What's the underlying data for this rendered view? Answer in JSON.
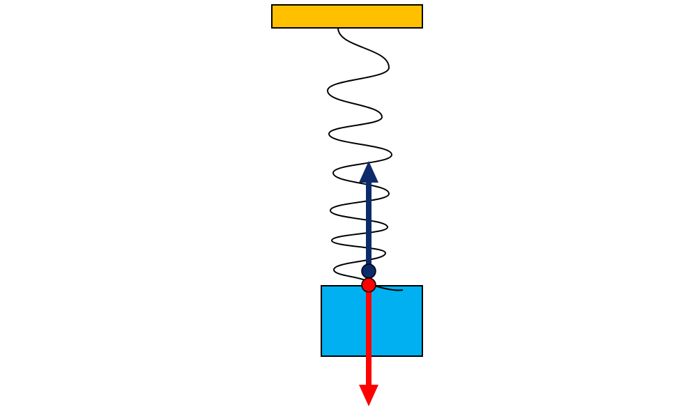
{
  "diagram": {
    "colors": {
      "background": "#ffffff",
      "ceiling_fill": "#FFC000",
      "block_fill": "#00B0F0",
      "outline": "#000000",
      "spring": "#000000",
      "upward_force": "#0D2A6B",
      "downward_force": "#FF0000"
    },
    "elements": [
      "ceiling-support",
      "spring-coil",
      "mass-block",
      "upward-spring-force-arrow",
      "downward-weight-force-arrow"
    ],
    "forces": {
      "upward": {
        "direction": "up",
        "color_key": "upward_force"
      },
      "downward": {
        "direction": "down",
        "color_key": "downward_force"
      }
    }
  }
}
